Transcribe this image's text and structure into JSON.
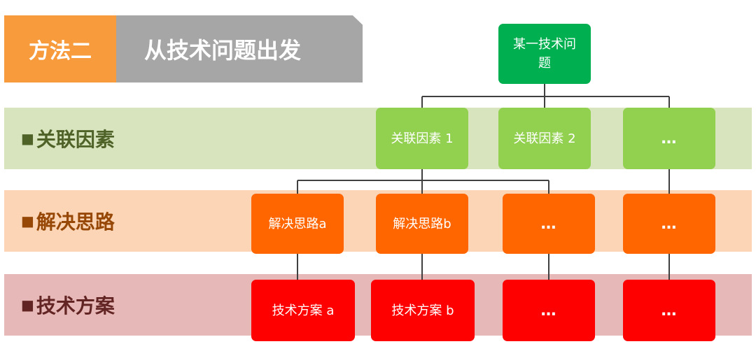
{
  "header": {
    "method_tag": "方法二",
    "title": "从技术问题出发"
  },
  "rows": {
    "factor_label": "关联因素",
    "idea_label": "解决思路",
    "plan_label": "技术方案",
    "marker": "■"
  },
  "tree": {
    "root": "某一技术问题",
    "factors": [
      "关联因素 1",
      "关联因素 2",
      "…"
    ],
    "ideas": [
      "解决思路a",
      "解决思路b",
      "…",
      "…"
    ],
    "plans": [
      "技术方案 a",
      "技术方案 b",
      "…",
      "…"
    ]
  },
  "colors": {
    "method_tag": "#F79B3C",
    "title_bar": "#A6A6A6",
    "root": "#00B050",
    "factor": "#92D050",
    "idea": "#FF6600",
    "plan": "#FF0000",
    "band_factor": "#D8E4BE",
    "band_idea": "#FBD5B5",
    "band_plan": "#E6B8B7"
  }
}
